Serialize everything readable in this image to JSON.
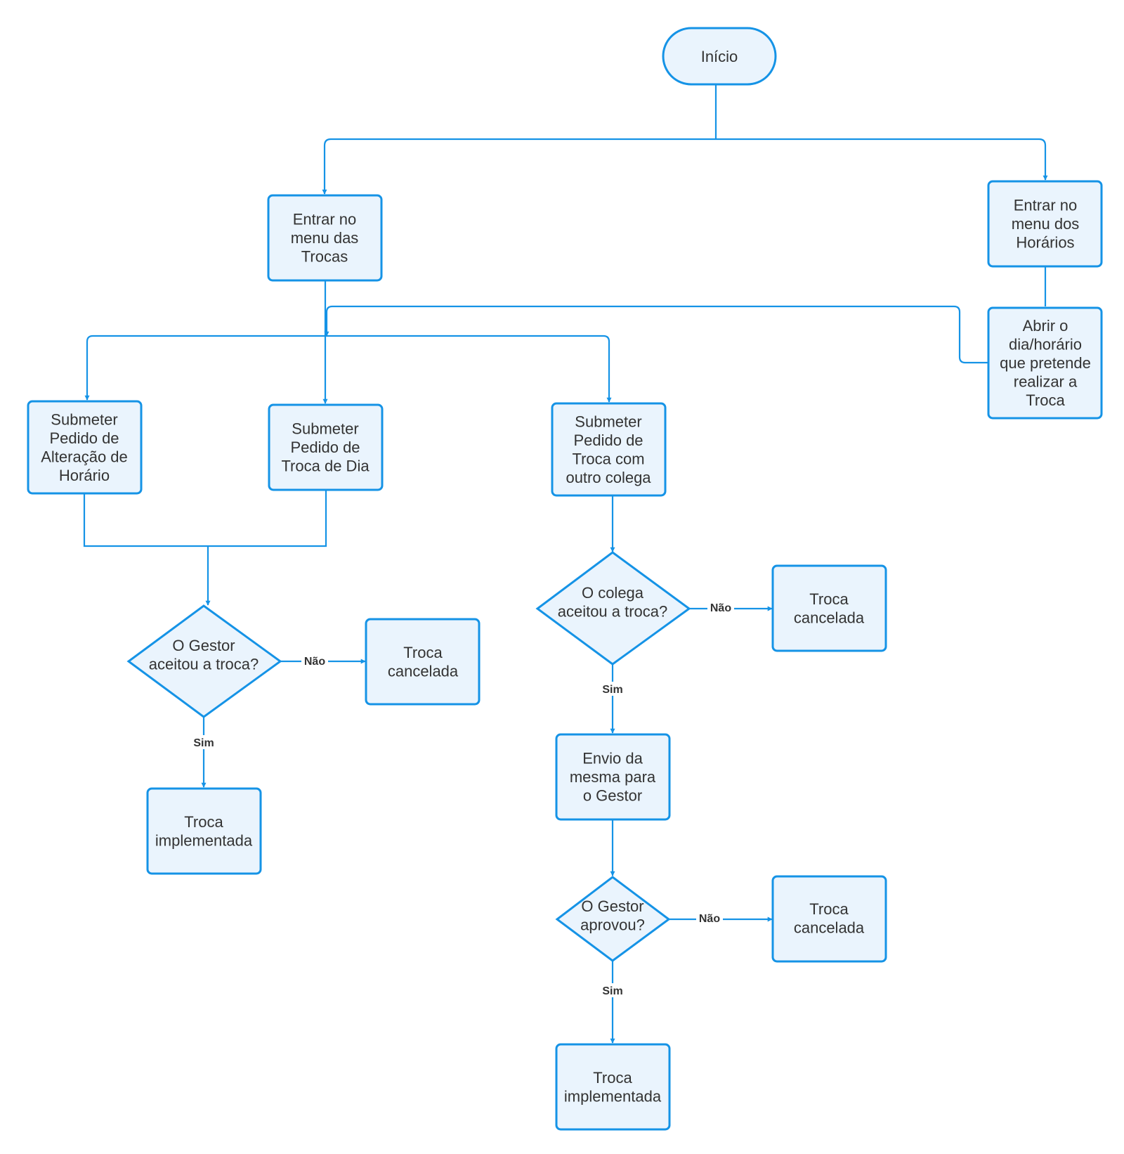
{
  "diagram": {
    "nodes": {
      "start": {
        "label": "Início"
      },
      "menu_trocas": {
        "label": "Entrar no\nmenu das\nTrocas"
      },
      "menu_horarios": {
        "label": "Entrar no\nmenu dos\nHorários"
      },
      "abrir_dia": {
        "label": "Abrir o\ndia/horário\nque pretende\nrealizar a\nTroca"
      },
      "pedido_alteracao": {
        "label": "Submeter\nPedido de\nAlteração de\nHorário"
      },
      "pedido_dia": {
        "label": "Submeter\nPedido de\nTroca de Dia"
      },
      "pedido_colega": {
        "label": "Submeter\nPedido de\nTroca com\noutro colega"
      },
      "gestor_aceitou": {
        "label": "O Gestor\naceitou a troca?"
      },
      "cancelada_1": {
        "label": "Troca\ncancelada"
      },
      "implementada_1": {
        "label": "Troca\nimplementada"
      },
      "colega_aceitou": {
        "label": "O colega\naceitou a troca?"
      },
      "cancelada_2": {
        "label": "Troca\ncancelada"
      },
      "envio_gestor": {
        "label": "Envio da\nmesma para\no Gestor"
      },
      "gestor_aprovou": {
        "label": "O Gestor\naprovou?"
      },
      "cancelada_3": {
        "label": "Troca\ncancelada"
      },
      "implementada_2": {
        "label": "Troca\nimplementada"
      }
    },
    "edge_labels": {
      "gestor_nao": "Não",
      "gestor_sim": "Sim",
      "colega_nao": "Não",
      "colega_sim": "Sim",
      "aprovou_nao": "Não",
      "aprovou_sim": "Sim"
    },
    "colors": {
      "stroke": "#1593e6",
      "fill": "#eaf4fd",
      "text": "#333333"
    }
  }
}
